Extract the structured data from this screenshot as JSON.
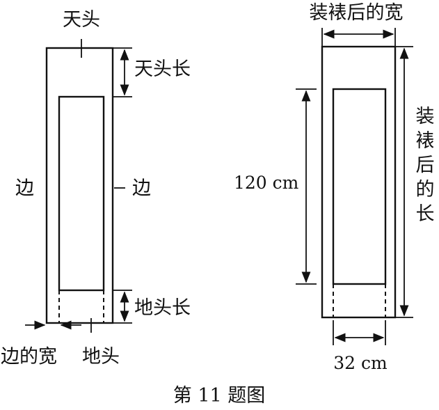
{
  "left_diagram": {
    "tiantou": "天头",
    "tiantou_length": "天头长",
    "side_left": "边",
    "side_right": "边",
    "ditou_length": "地头长",
    "side_width": "边的宽",
    "ditou": "地头"
  },
  "right_diagram": {
    "mounted_width": "装裱后的宽",
    "mounted_length_chars": [
      "装",
      "裱",
      "后",
      "的",
      "长"
    ],
    "height_label": "120 cm",
    "width_label": "32 cm"
  },
  "caption": "第 11 题图"
}
